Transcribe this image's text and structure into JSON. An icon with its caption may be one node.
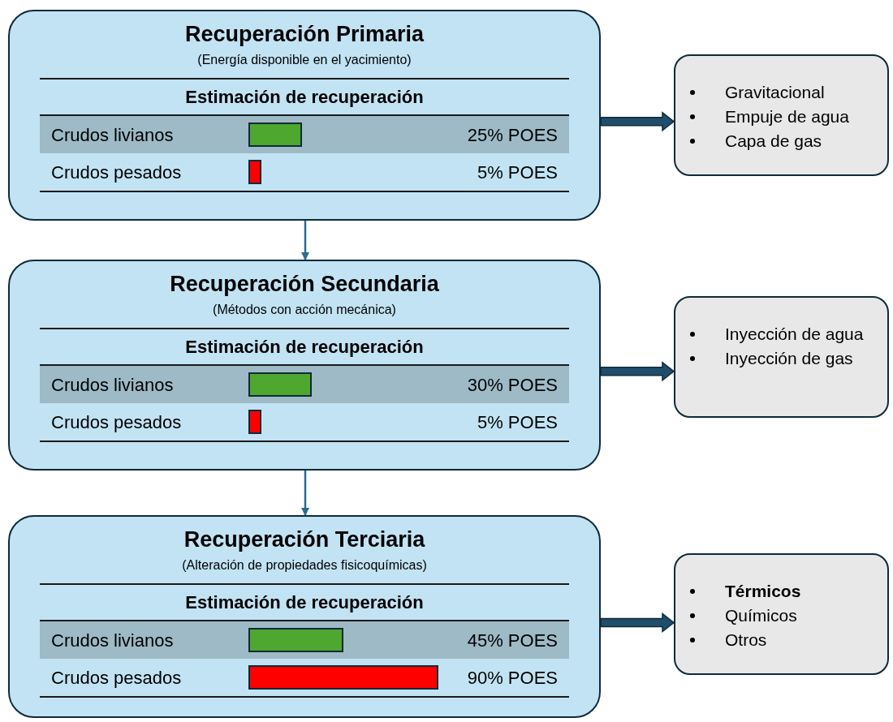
{
  "diagram": {
    "nodes": [
      {
        "text": [
          "Recuperación Primaria",
          "(Energía disponible en el yacimiento)",
          "Estimación de recuperación",
          "Crudos livianos",
          "25% POES",
          "Crudos pesados",
          "5% POES"
        ]
      },
      {
        "text": [],
        "shape": "bar",
        "in": 0
      },
      {
        "text": [],
        "shape": "bar",
        "in": 0
      },
      {
        "text": [
          "Gravitacional",
          "Empuje de agua",
          "Capa de gas"
        ]
      },
      {
        "text": [
          "Recuperación Secundaria",
          "(Métodos con acción mecánica)",
          "Estimación de recuperación",
          "Crudos livianos",
          "30% POES",
          "Crudos pesados",
          "5% POES"
        ]
      },
      {
        "text": [],
        "shape": "bar",
        "in": 4
      },
      {
        "text": [],
        "shape": "bar",
        "in": 4
      },
      {
        "text": [
          "Inyección de agua",
          "Inyección de gas"
        ]
      },
      {
        "text": [
          "Recuperación Terciaria",
          "(Alteración de propiedades fisicoquímicas)",
          "Estimación de recuperación",
          "Crudos livianos",
          "45% POES",
          "Crudos pesados",
          "90% POES"
        ]
      },
      {
        "text": [],
        "shape": "bar",
        "in": 8
      },
      {
        "text": [],
        "shape": "bar",
        "in": 8
      },
      {
        "text": [
          "**Térmicos**",
          "Químicos",
          "Otros"
        ]
      }
    ],
    "edges": [
      {
        "from": 0,
        "to": 3,
        "arrow": "to",
        "style": "thick",
        "color": "#1f4e6b"
      },
      {
        "from": 0,
        "to": 4,
        "arrow": "to"
      },
      {
        "from": 4,
        "to": 7,
        "arrow": "to",
        "style": "thick",
        "color": "#1f4e6b"
      },
      {
        "from": 4,
        "to": 8,
        "arrow": "to"
      },
      {
        "from": 8,
        "to": 11,
        "arrow": "to",
        "style": "thick",
        "color": "#1f4e6b"
      }
    ]
  }
}
